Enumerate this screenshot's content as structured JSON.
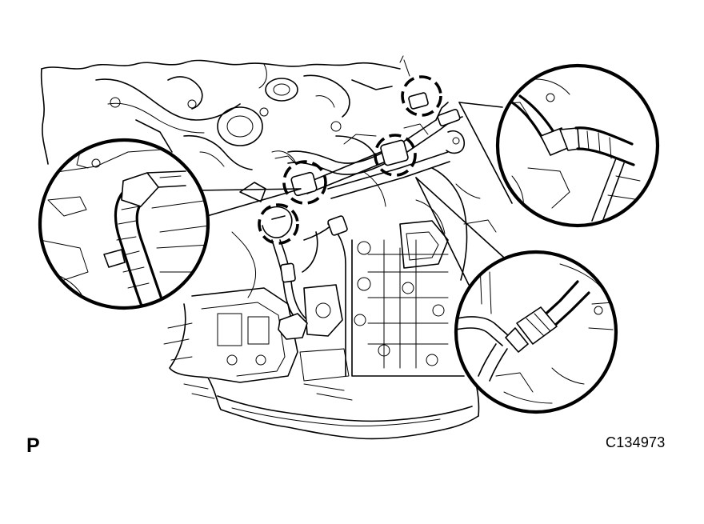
{
  "figure": {
    "view_letter": "P",
    "figure_code": "C134973"
  },
  "illustration": {
    "subject": "transmission-assembly-line-drawing",
    "callout_count": 3,
    "highlight_markers": 4
  },
  "colors": {
    "ink": "#000000",
    "paper": "#ffffff"
  }
}
